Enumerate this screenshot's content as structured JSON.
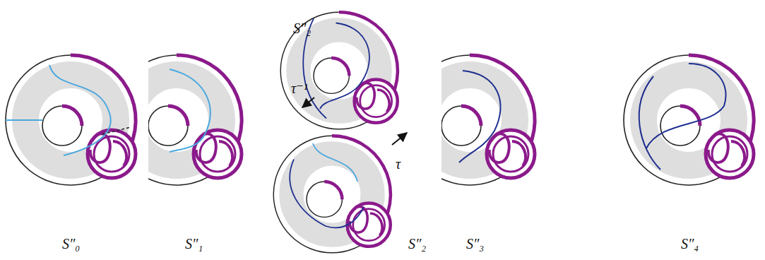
{
  "diagram": {
    "labels": [
      "S″₂",
      "τ⁻¹",
      "τ",
      "S″₀",
      "S″₁",
      "S″₂",
      "S″₃",
      "S″₄"
    ]
  }
}
